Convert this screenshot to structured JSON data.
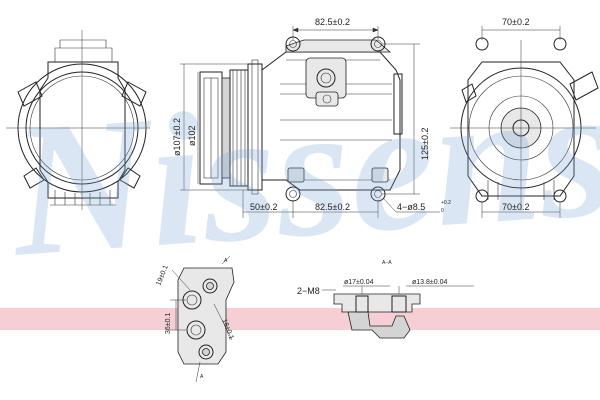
{
  "watermark": {
    "text": "Nissens",
    "color": "#7aa7d8"
  },
  "band": {
    "color": "#f6cfd4"
  },
  "front_view": {
    "dim_pulley_dia": "ø107±0.2",
    "dim_clutch_dia": "ø102"
  },
  "side_view": {
    "dim_top_width": "82.5±0.2",
    "dim_height": "125±0.2",
    "dim_offset": "50±0.2",
    "dim_bottom_width": "82.5±0.2",
    "dim_mount_holes_main": "4−ø8.5",
    "dim_mount_holes_tol_upper": "+0.2",
    "dim_mount_holes_tol_lower": "0"
  },
  "rear_view": {
    "dim_top_width": "70±0.2",
    "dim_bottom_width": "70±0.2"
  },
  "port_view": {
    "dim_width": "19±0.1",
    "dim_height": "36±0.1",
    "dim_spacing": "16±0.1",
    "marker_a_top": "A",
    "marker_a_bottom": "A"
  },
  "section_view": {
    "section_label": "A−A",
    "dim_thread": "2−M8",
    "dim_port_small": "ø17±0.04",
    "dim_port_large": "ø13.8±0.04"
  }
}
